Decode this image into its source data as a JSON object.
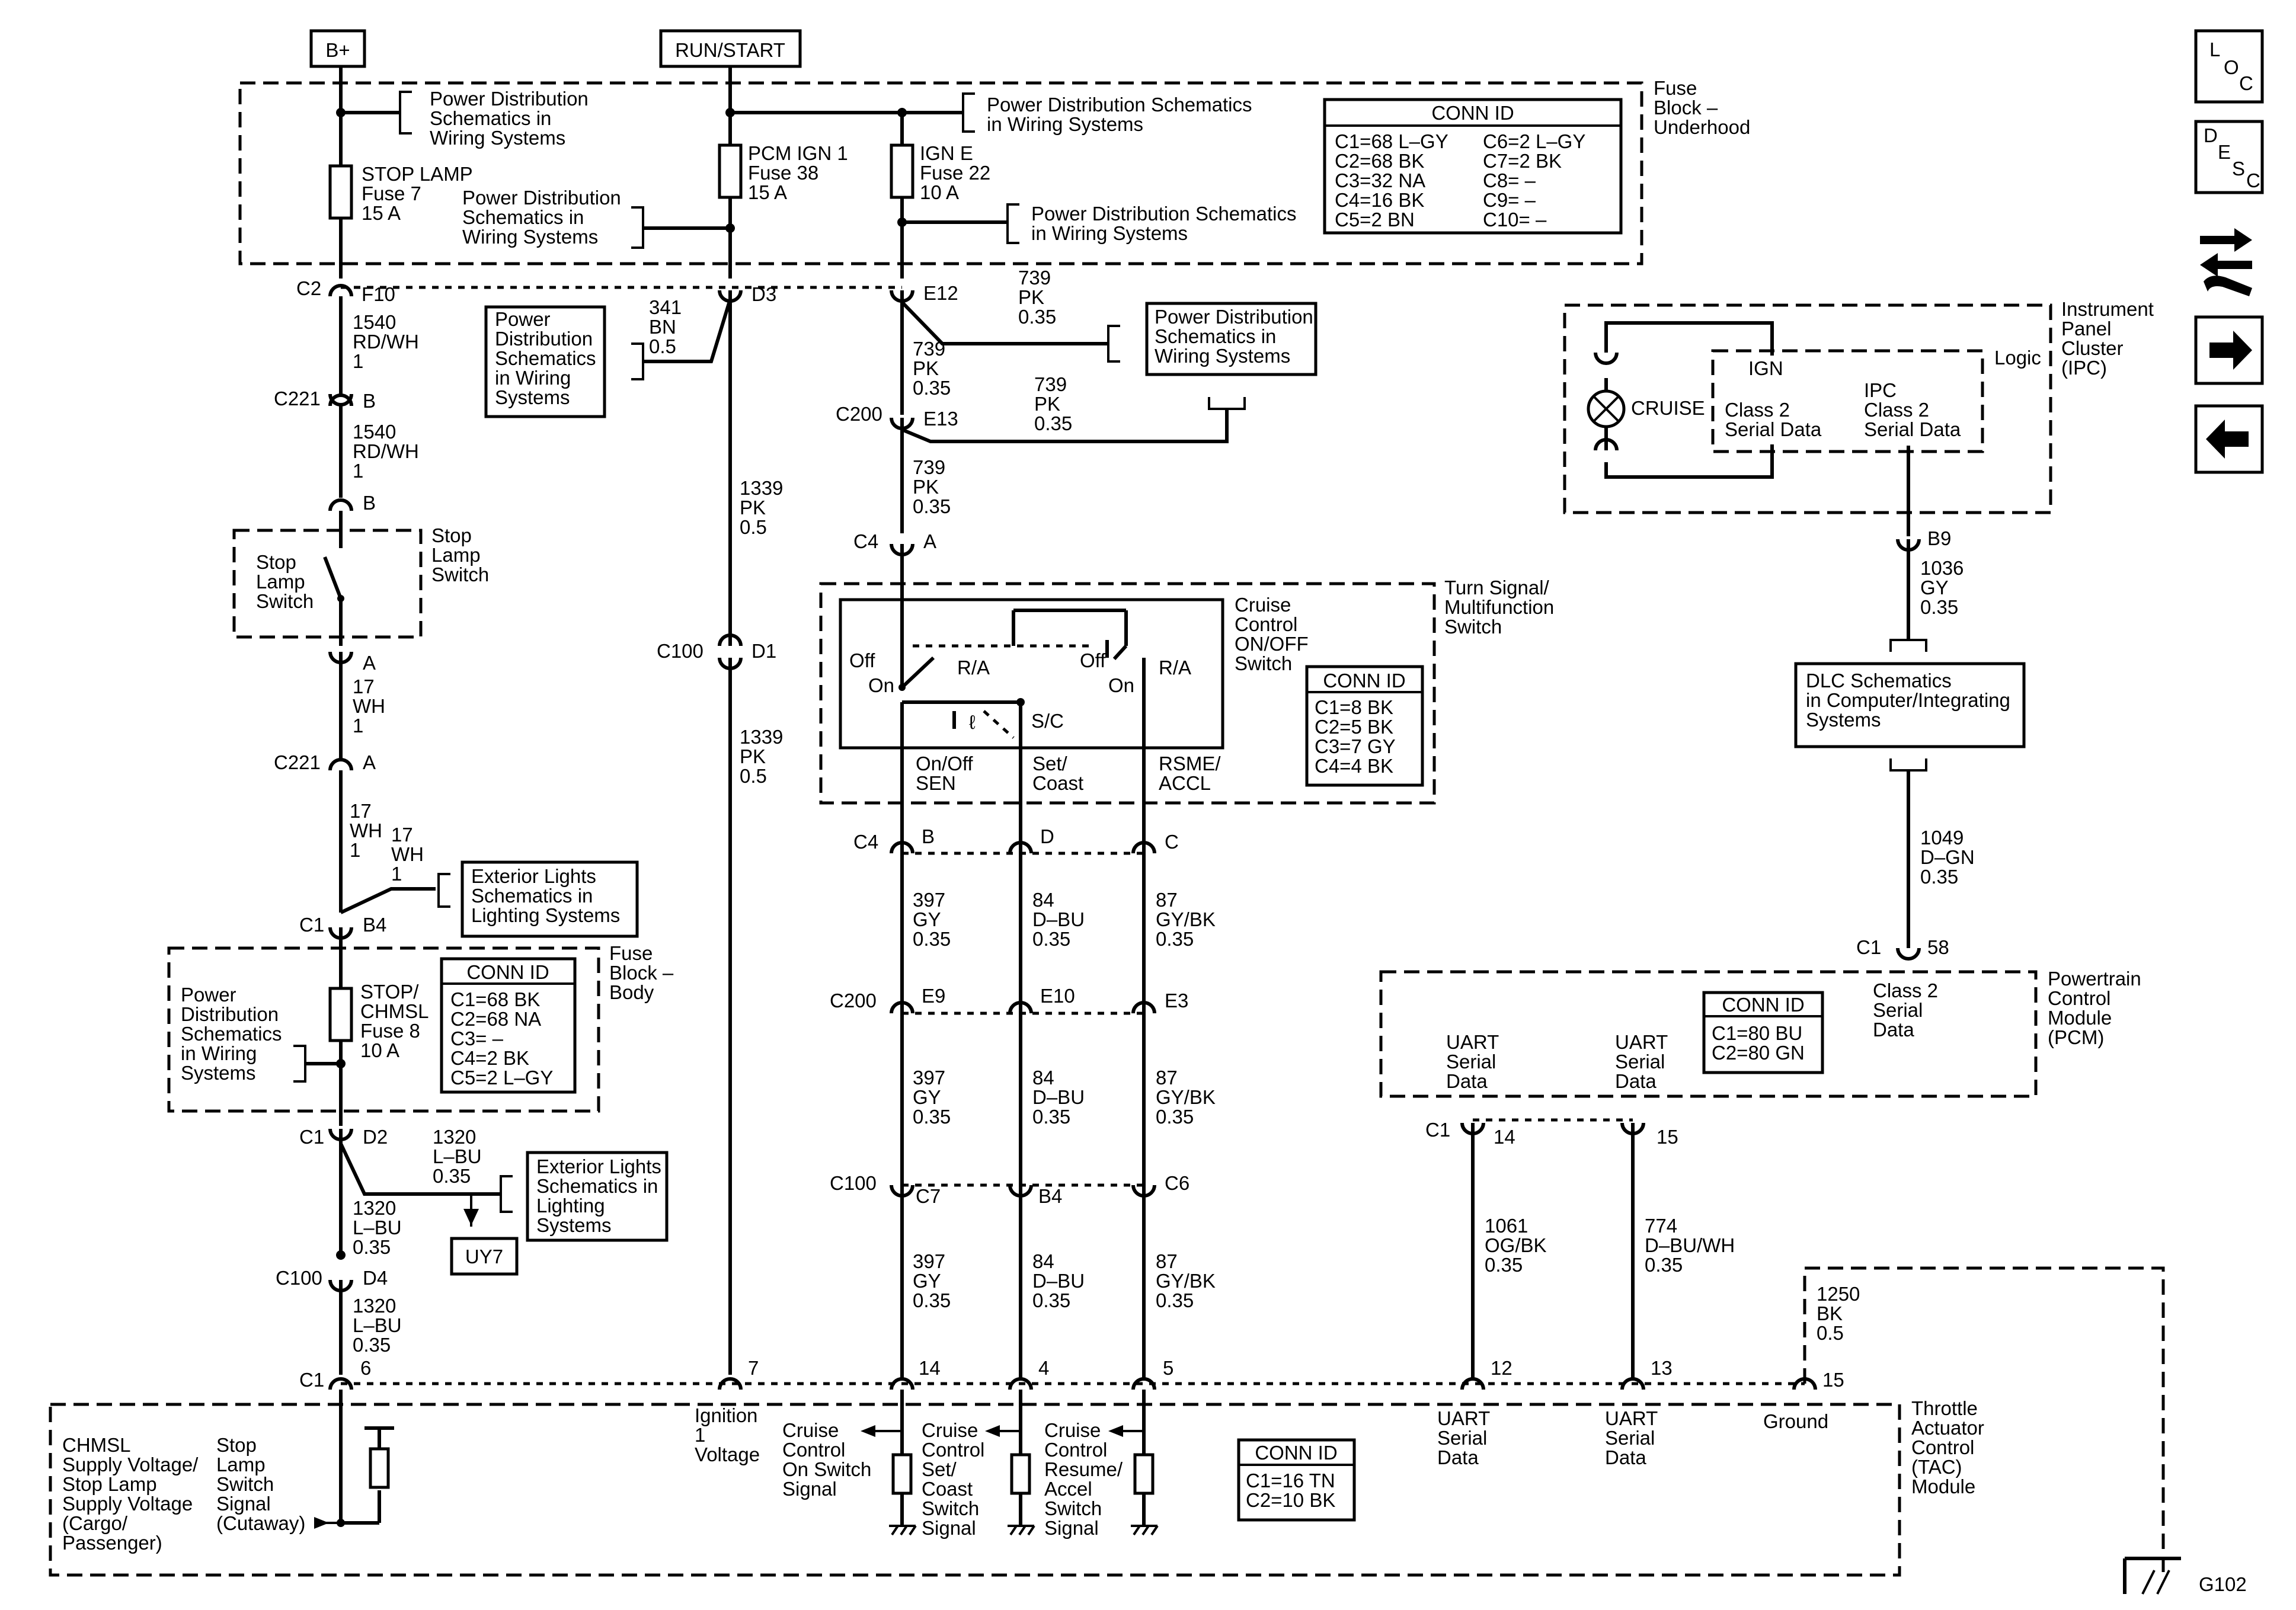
{
  "power": {
    "bplus": "B+",
    "runstart": "RUN/START"
  },
  "ref_pd": "Power Distribution Schematics in Wiring Systems",
  "ref_pd_lines": [
    "Power Distribution",
    "Schematics in",
    "Wiring Systems"
  ],
  "ref_pd2_lines": [
    "Power Distribution Schematics",
    "in Wiring Systems"
  ],
  "ref_pd4_lines": [
    "Power",
    "Distribution",
    "Schematics",
    "in Wiring",
    "Systems"
  ],
  "ref_pd_wide_lines": [
    "Power Distribution",
    "Schematics in",
    "Wiring  Systems"
  ],
  "ref_ext_lines": [
    "Exterior Lights",
    "Schematics in",
    "Lighting Systems"
  ],
  "ref_ext2_lines": [
    "Exterior Lights",
    "Schematics in",
    "Lighting",
    "Systems"
  ],
  "ref_dlc_lines": [
    "DLC Schematics",
    "in Computer/Integrating",
    "Systems"
  ],
  "uy7": "UY7",
  "fuse_block_underhood": {
    "label_lines": [
      "Fuse",
      "Block –",
      "Underhood"
    ],
    "stop_lamp_fuse": [
      "STOP LAMP",
      "Fuse 7",
      "15 A"
    ],
    "pcm_fuse": [
      "PCM IGN 1",
      "Fuse 38",
      "15 A"
    ],
    "igne_fuse": [
      "IGN E",
      "Fuse 22",
      "10 A"
    ],
    "conn_title": "CONN ID",
    "conn_left": [
      "C1=68 L–GY",
      "C2=68 BK",
      "C3=32 NA",
      "C4=16 BK",
      "C5=2 BN"
    ],
    "conn_right": [
      "C6=2 L–GY",
      "C7=2 BK",
      "C8= –",
      "C9= –",
      "C10= –"
    ]
  },
  "fuse_block_body": {
    "label_lines": [
      "Fuse",
      "Block –",
      "Body"
    ],
    "fuse": [
      "STOP/",
      "CHMSL",
      "Fuse 8",
      "10 A"
    ],
    "conn_title": "CONN ID",
    "conn": [
      "C1=68 BK",
      "C2=68 NA",
      "C3= –",
      "C4=2 BK",
      "C5=2 L–GY"
    ]
  },
  "stop_lamp_switch": {
    "inner": [
      "Stop",
      "Lamp",
      "Switch"
    ],
    "outer": [
      "Stop",
      "Lamp",
      "Switch"
    ]
  },
  "turn_signal": {
    "label_lines": [
      "Turn Signal/",
      "Multifunction",
      "Switch"
    ],
    "cruise_label": [
      "Cruise",
      "Control",
      "ON/OFF",
      "Switch"
    ],
    "conn_title": "CONN ID",
    "conn": [
      "C1=8 BK",
      "C2=5 BK",
      "C3=7 GY",
      "C4=4 BK"
    ],
    "off": "Off",
    "on": "On",
    "ra": "R/A",
    "sc": "S/C",
    "outputs": [
      [
        "On/Off",
        "SEN"
      ],
      [
        "Set/",
        "Coast"
      ],
      [
        "RSME/",
        "ACCL"
      ]
    ]
  },
  "ipc": {
    "label_lines": [
      "Instrument",
      "Panel",
      "Cluster",
      "(IPC)"
    ],
    "logic": "Logic",
    "cruise": "CRUISE",
    "ign": "IGN",
    "class2_a": [
      "Class 2",
      "Serial Data"
    ],
    "class2_b": [
      "IPC",
      "Class 2",
      "Serial Data"
    ]
  },
  "pcm": {
    "label_lines": [
      "Powertrain",
      "Control",
      "Module",
      "(PCM)"
    ],
    "conn_title": "CONN ID",
    "conn": [
      "C1=80 BU",
      "C2=80 GN"
    ],
    "class2": [
      "Class 2",
      "Serial",
      "Data"
    ],
    "uart1": [
      "UART",
      "Serial",
      "Data"
    ],
    "uart2": [
      "UART",
      "Serial",
      "Data"
    ]
  },
  "tac": {
    "label_lines": [
      "Throttle",
      "Actuator",
      "Control",
      "(TAC)",
      "Module"
    ],
    "conn_title": "CONN ID",
    "conn": [
      "C1=16 TN",
      "C2=10 BK"
    ],
    "chmsl": [
      "CHMSL",
      "Supply Voltage/",
      "Stop Lamp",
      "Supply Voltage",
      "(Cargo/",
      "Passenger)"
    ],
    "stop_sig": [
      "Stop",
      "Lamp",
      "Switch",
      "Signal",
      "(Cutaway)"
    ],
    "ign_v": [
      "Ignition",
      "1",
      "Voltage"
    ],
    "cc_on": [
      "Cruise",
      "Control",
      "On Switch",
      "Signal"
    ],
    "cc_set": [
      "Cruise",
      "Control",
      "Set/",
      "Coast",
      "Switch",
      "Signal"
    ],
    "cc_res": [
      "Cruise",
      "Control",
      "Resume/",
      "Accel",
      "Switch",
      "Signal"
    ],
    "uart_a": [
      "UART",
      "Serial",
      "Data"
    ],
    "uart_b": [
      "UART",
      "Serial",
      "Data"
    ],
    "ground": "Ground"
  },
  "ground_id": "G102",
  "wires": {
    "w1540a": [
      "1540",
      "RD/WH",
      "1"
    ],
    "w1540b": [
      "1540",
      "RD/WH",
      "1"
    ],
    "w17a": [
      "17",
      "WH",
      "1"
    ],
    "w17b": [
      "17",
      "WH",
      "1"
    ],
    "w17c": [
      "17",
      "WH",
      "1"
    ],
    "w1320a": [
      "1320",
      "L–BU",
      "0.35"
    ],
    "w1320b": [
      "1320",
      "L–BU",
      "0.35"
    ],
    "w1320c": [
      "1320",
      "L–BU",
      "0.35"
    ],
    "w341": [
      "341",
      "BN",
      "0.5"
    ],
    "w1339a": [
      "1339",
      "PK",
      "0.5"
    ],
    "w1339b": [
      "1339",
      "PK",
      "0.5"
    ],
    "w739a": [
      "739",
      "PK",
      "0.35"
    ],
    "w739b": [
      "739",
      "PK",
      "0.35"
    ],
    "w739c": [
      "739",
      "PK",
      "0.35"
    ],
    "w739d": [
      "739",
      "PK",
      "0.35"
    ],
    "w397a": [
      "397",
      "GY",
      "0.35"
    ],
    "w397b": [
      "397",
      "GY",
      "0.35"
    ],
    "w397c": [
      "397",
      "GY",
      "0.35"
    ],
    "w84a": [
      "84",
      "D–BU",
      "0.35"
    ],
    "w84b": [
      "84",
      "D–BU",
      "0.35"
    ],
    "w84c": [
      "84",
      "D–BU",
      "0.35"
    ],
    "w87a": [
      "87",
      "GY/BK",
      "0.35"
    ],
    "w87b": [
      "87",
      "GY/BK",
      "0.35"
    ],
    "w87c": [
      "87",
      "GY/BK",
      "0.35"
    ],
    "w1036": [
      "1036",
      "GY",
      "0.35"
    ],
    "w1049": [
      "1049",
      "D–GN",
      "0.35"
    ],
    "w1061": [
      "1061",
      "OG/BK",
      "0.35"
    ],
    "w774": [
      "774",
      "D–BU/WH",
      "0.35"
    ],
    "w1250": [
      "1250",
      "BK",
      "0.5"
    ]
  },
  "connectors": {
    "C2": "C2",
    "F10": "F10",
    "D3": "D3",
    "E12": "E12",
    "C221": "C221",
    "B": "B",
    "A": "A",
    "C200": "C200",
    "E13": "E13",
    "C4": "C4",
    "C100": "C100",
    "D1": "D1",
    "C1": "C1",
    "B4": "B4",
    "D2": "D2",
    "D4": "D4",
    "E9": "E9",
    "E10": "E10",
    "E3": "E3",
    "C7": "C7",
    "C6": "C6",
    "D": "D",
    "C": "C",
    "B9": "B9",
    "p58": "58",
    "p14": "14",
    "p15": "15",
    "p6": "6",
    "p7": "7",
    "p4": "4",
    "p5": "5",
    "p12": "12",
    "p13": "13"
  },
  "nav": {
    "loc": [
      "L",
      "O",
      "C"
    ],
    "desc": [
      "D",
      "E",
      "S",
      "C"
    ]
  }
}
